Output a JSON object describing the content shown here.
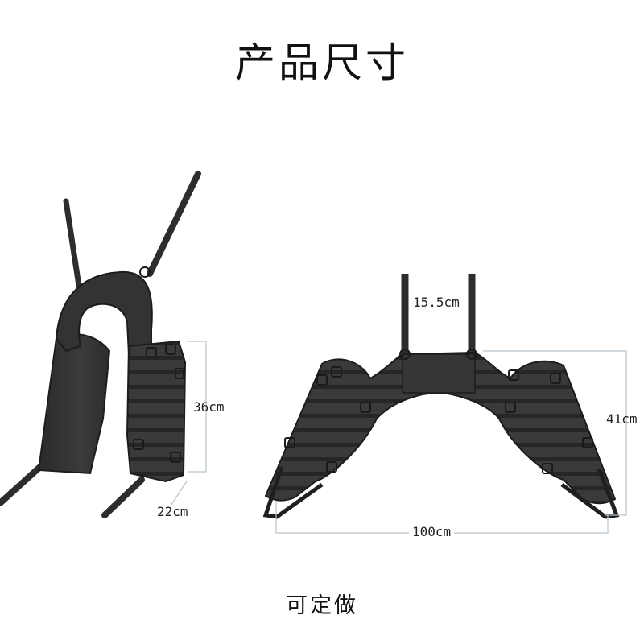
{
  "title": "产品尺寸",
  "caption": "可定做",
  "dimensions": {
    "height_side": "36cm",
    "width_side": "22cm",
    "strap_width": "15.5cm",
    "height_front": "41cm",
    "width_front": "100cm"
  },
  "colors": {
    "background": "#ffffff",
    "fabric": "#3a3a3a",
    "fabric_dark": "#232323",
    "webbing": "#4a4a4a",
    "dimension_line": "#b9c4cc",
    "text": "#111111"
  }
}
